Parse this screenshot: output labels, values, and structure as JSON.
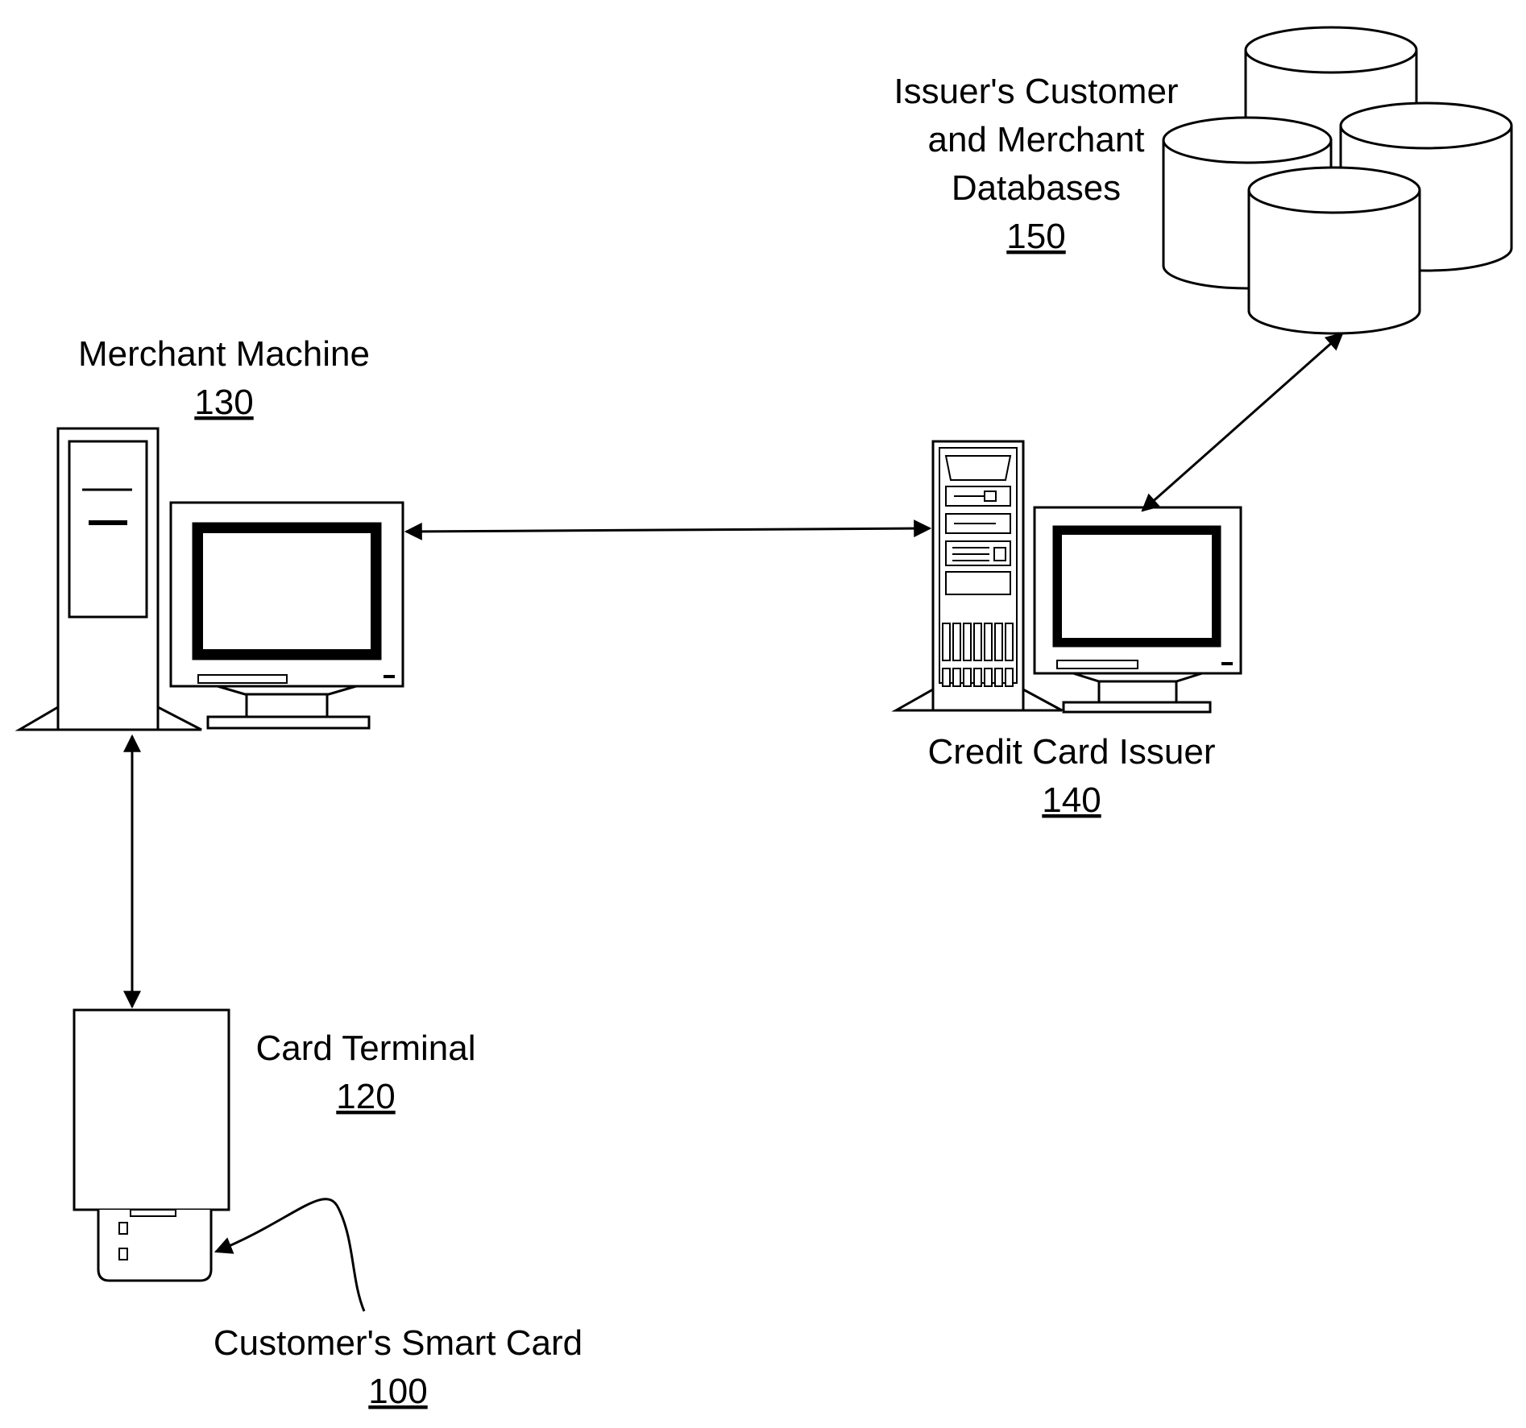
{
  "nodes": {
    "merchant_machine": {
      "label": "Merchant Machine",
      "ref": "130"
    },
    "credit_card_issuer": {
      "label": "Credit Card Issuer",
      "ref": "140"
    },
    "databases": {
      "label_lines": [
        "Issuer's Customer",
        "and Merchant",
        "Databases"
      ],
      "ref": "150"
    },
    "card_terminal": {
      "label": "Card Terminal",
      "ref": "120"
    },
    "smart_card": {
      "label": "Customer's Smart Card",
      "ref": "100"
    }
  },
  "connections": [
    {
      "from": "merchant_machine",
      "to": "credit_card_issuer",
      "direction": "both"
    },
    {
      "from": "credit_card_issuer",
      "to": "databases",
      "direction": "both"
    },
    {
      "from": "merchant_machine",
      "to": "card_terminal",
      "direction": "both"
    },
    {
      "from": "smart_card",
      "to": "card_terminal",
      "direction": "one-way"
    }
  ]
}
